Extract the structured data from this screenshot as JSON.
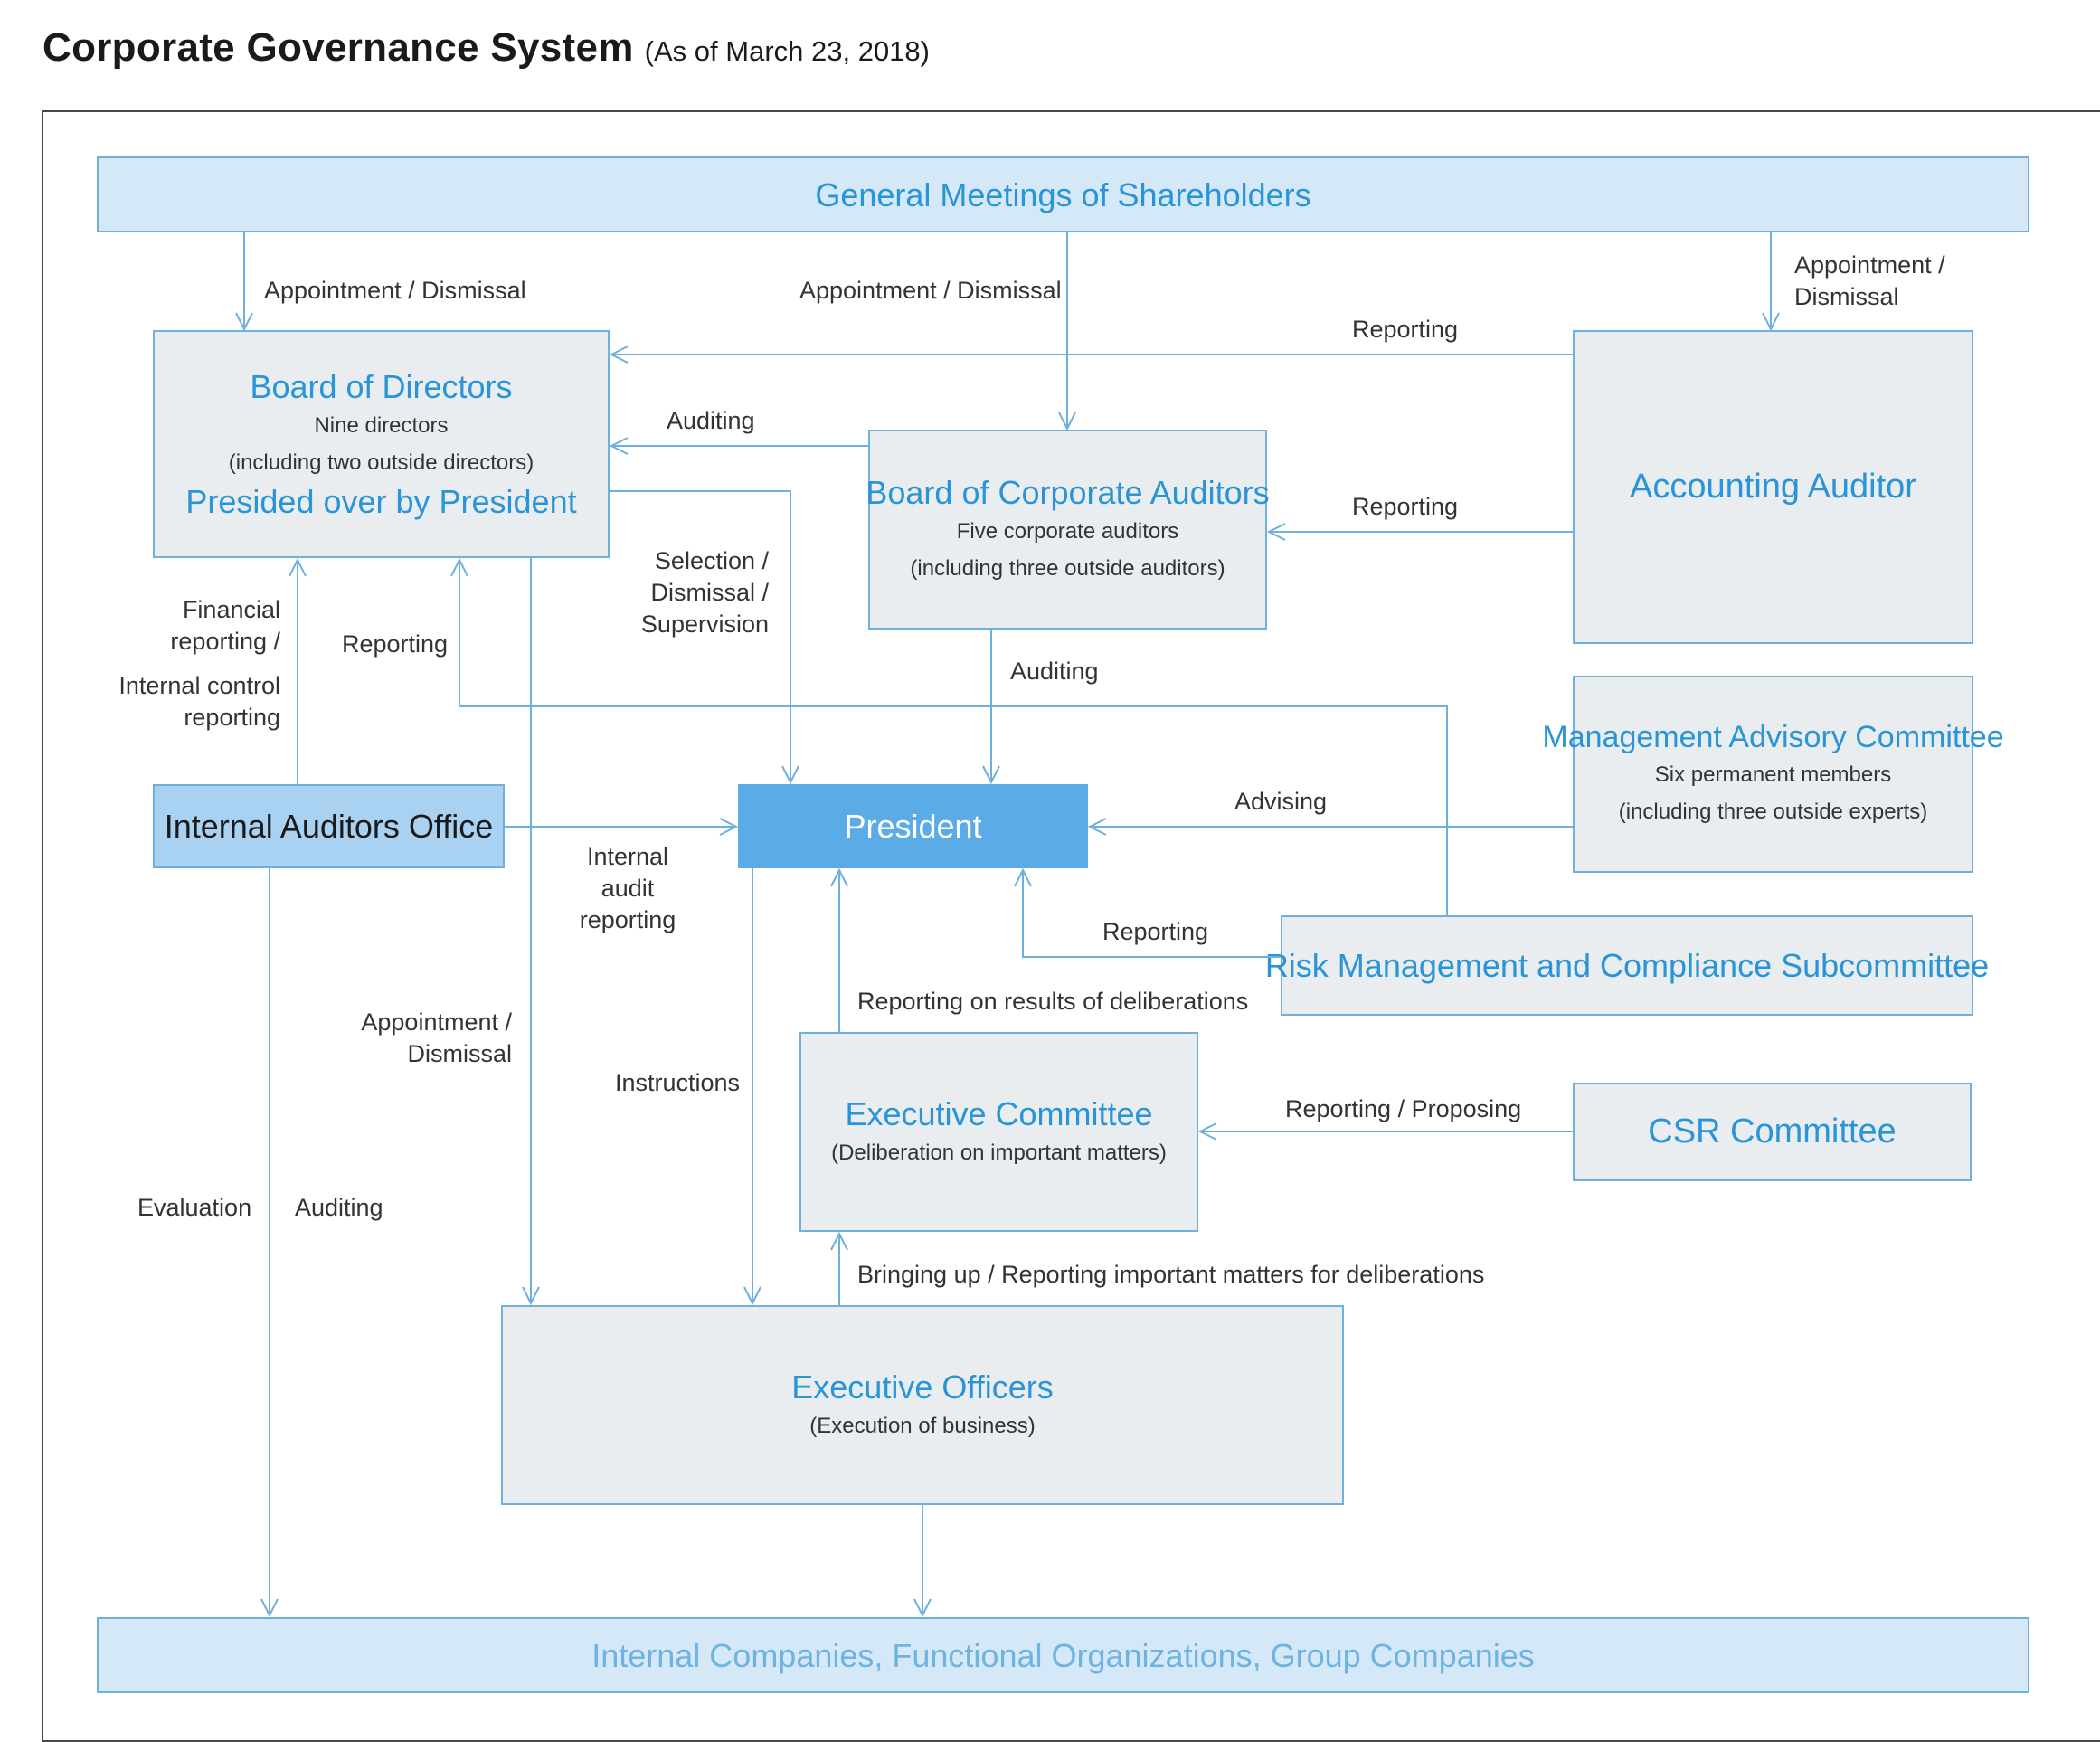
{
  "header": {
    "title": "Corporate Governance System",
    "subtitle": "(As of March 23, 2018)"
  },
  "boxes": {
    "shareholders": {
      "title": "General  Meetings of Shareholders"
    },
    "board_directors": {
      "title": "Board of Directors",
      "line1": "Nine directors",
      "line2": "(including two outside directors)",
      "title2": "Presided over by President"
    },
    "board_auditors": {
      "title": "Board of Corporate Auditors",
      "line1": "Five corporate auditors",
      "line2": "(including three outside auditors)"
    },
    "accounting_auditor": {
      "title": "Accounting Auditor"
    },
    "management_advisory": {
      "title": "Management Advisory Committee",
      "line1": "Six permanent members",
      "line2": "(including three outside experts)"
    },
    "internal_auditors": {
      "title": "Internal Auditors Office"
    },
    "president": {
      "title": "President"
    },
    "risk_management": {
      "title": "Risk Management and Compliance Subcommittee"
    },
    "executive_committee": {
      "title": "Executive Committee",
      "line1": "(Deliberation on important matters)"
    },
    "csr_committee": {
      "title": "CSR Committee"
    },
    "executive_officers": {
      "title": "Executive Officers",
      "line1": "(Execution of business)"
    },
    "companies": {
      "title": "Internal Companies, Functional Organizations, Group Companies"
    }
  },
  "labels": {
    "appoint_board": "Appointment / Dismissal",
    "appoint_auditors": "Appointment / Dismissal",
    "appoint_accounting_1": "Appointment /",
    "appoint_accounting_2": "Dismissal",
    "reporting_acc_board": "Reporting",
    "auditing_board": "Auditing",
    "reporting_acc_auditors": "Reporting",
    "selection_1": "Selection /",
    "selection_2": "Dismissal /",
    "selection_3": "Supervision",
    "financial_1": "Financial",
    "financial_2": "reporting /",
    "financial_3": "Internal control",
    "financial_4": "reporting",
    "reporting_risk_board": "Reporting",
    "auditing_president": "Auditing",
    "advising": "Advising",
    "internal_audit_1": "Internal",
    "internal_audit_2": "audit",
    "internal_audit_3": "reporting",
    "reporting_risk_president": "Reporting",
    "reporting_results": "Reporting on results of deliberations",
    "appoint_officers_1": "Appointment /",
    "appoint_officers_2": "Dismissal",
    "instructions": "Instructions",
    "reporting_proposing": "Reporting / Proposing",
    "evaluation": "Evaluation",
    "auditing_companies": "Auditing",
    "bringing_up": "Bringing up / Reporting important matters for deliberations"
  },
  "colors": {
    "box_border": "#6fb0dc",
    "box_fill": "#e9edf0",
    "band_fill": "#d4e8f8",
    "internal_auditors_fill": "#a9d2f2",
    "president_fill": "#5bace6",
    "title_blue": "#2a95d6",
    "arrow": "#6fb0dc"
  }
}
